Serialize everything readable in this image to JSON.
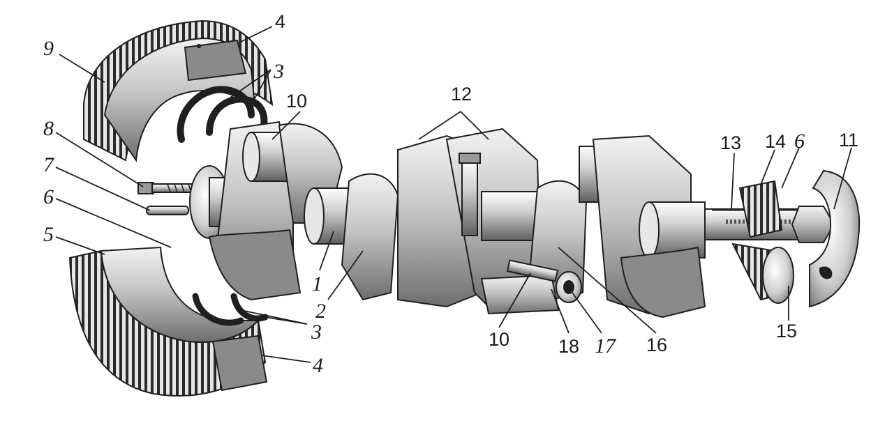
{
  "labels": [
    {
      "text": "4"
    },
    {
      "text": "9"
    },
    {
      "text": "3"
    },
    {
      "text": "10"
    },
    {
      "text": "8"
    },
    {
      "text": "7"
    },
    {
      "text": "6"
    },
    {
      "text": "5"
    },
    {
      "text": "1"
    },
    {
      "text": "2"
    },
    {
      "text": "3"
    },
    {
      "text": "4"
    },
    {
      "text": "12"
    },
    {
      "text": "13"
    },
    {
      "text": "14"
    },
    {
      "text": "6"
    },
    {
      "text": "11"
    },
    {
      "text": "10"
    },
    {
      "text": "18"
    },
    {
      "text": "17"
    },
    {
      "text": "16"
    },
    {
      "text": "15"
    }
  ],
  "colors": {
    "line": "#1f1f1f",
    "metal": "#bdbdbd",
    "metal_dark": "#7d7d7d",
    "shell": "#8a8a8a",
    "paper": "#ffffff"
  }
}
